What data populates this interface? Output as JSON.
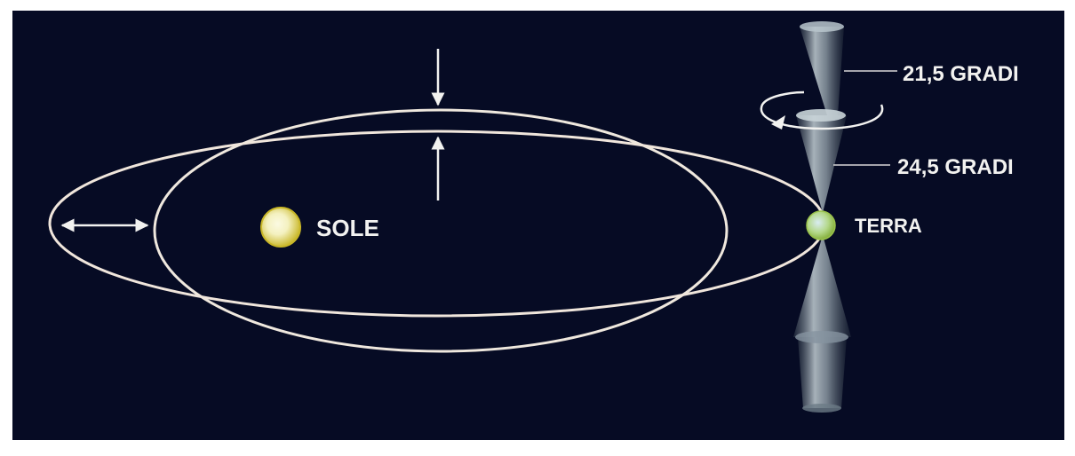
{
  "labels": {
    "sun": "SOLE",
    "earth": "TERRA",
    "angle_min": "21,5 GRADI",
    "angle_max": "24,5 GRADI"
  },
  "colors": {
    "background": "#060b24",
    "frame": "#ffffff",
    "orbit": "#efe8de",
    "sun_core": "#f4f1c0",
    "sun_rim": "#c9b728",
    "earth_land": "#9ac24a",
    "earth_sea": "#c8e2ee",
    "cone": "#b9c6cc",
    "label": "#f2f2f0"
  }
}
